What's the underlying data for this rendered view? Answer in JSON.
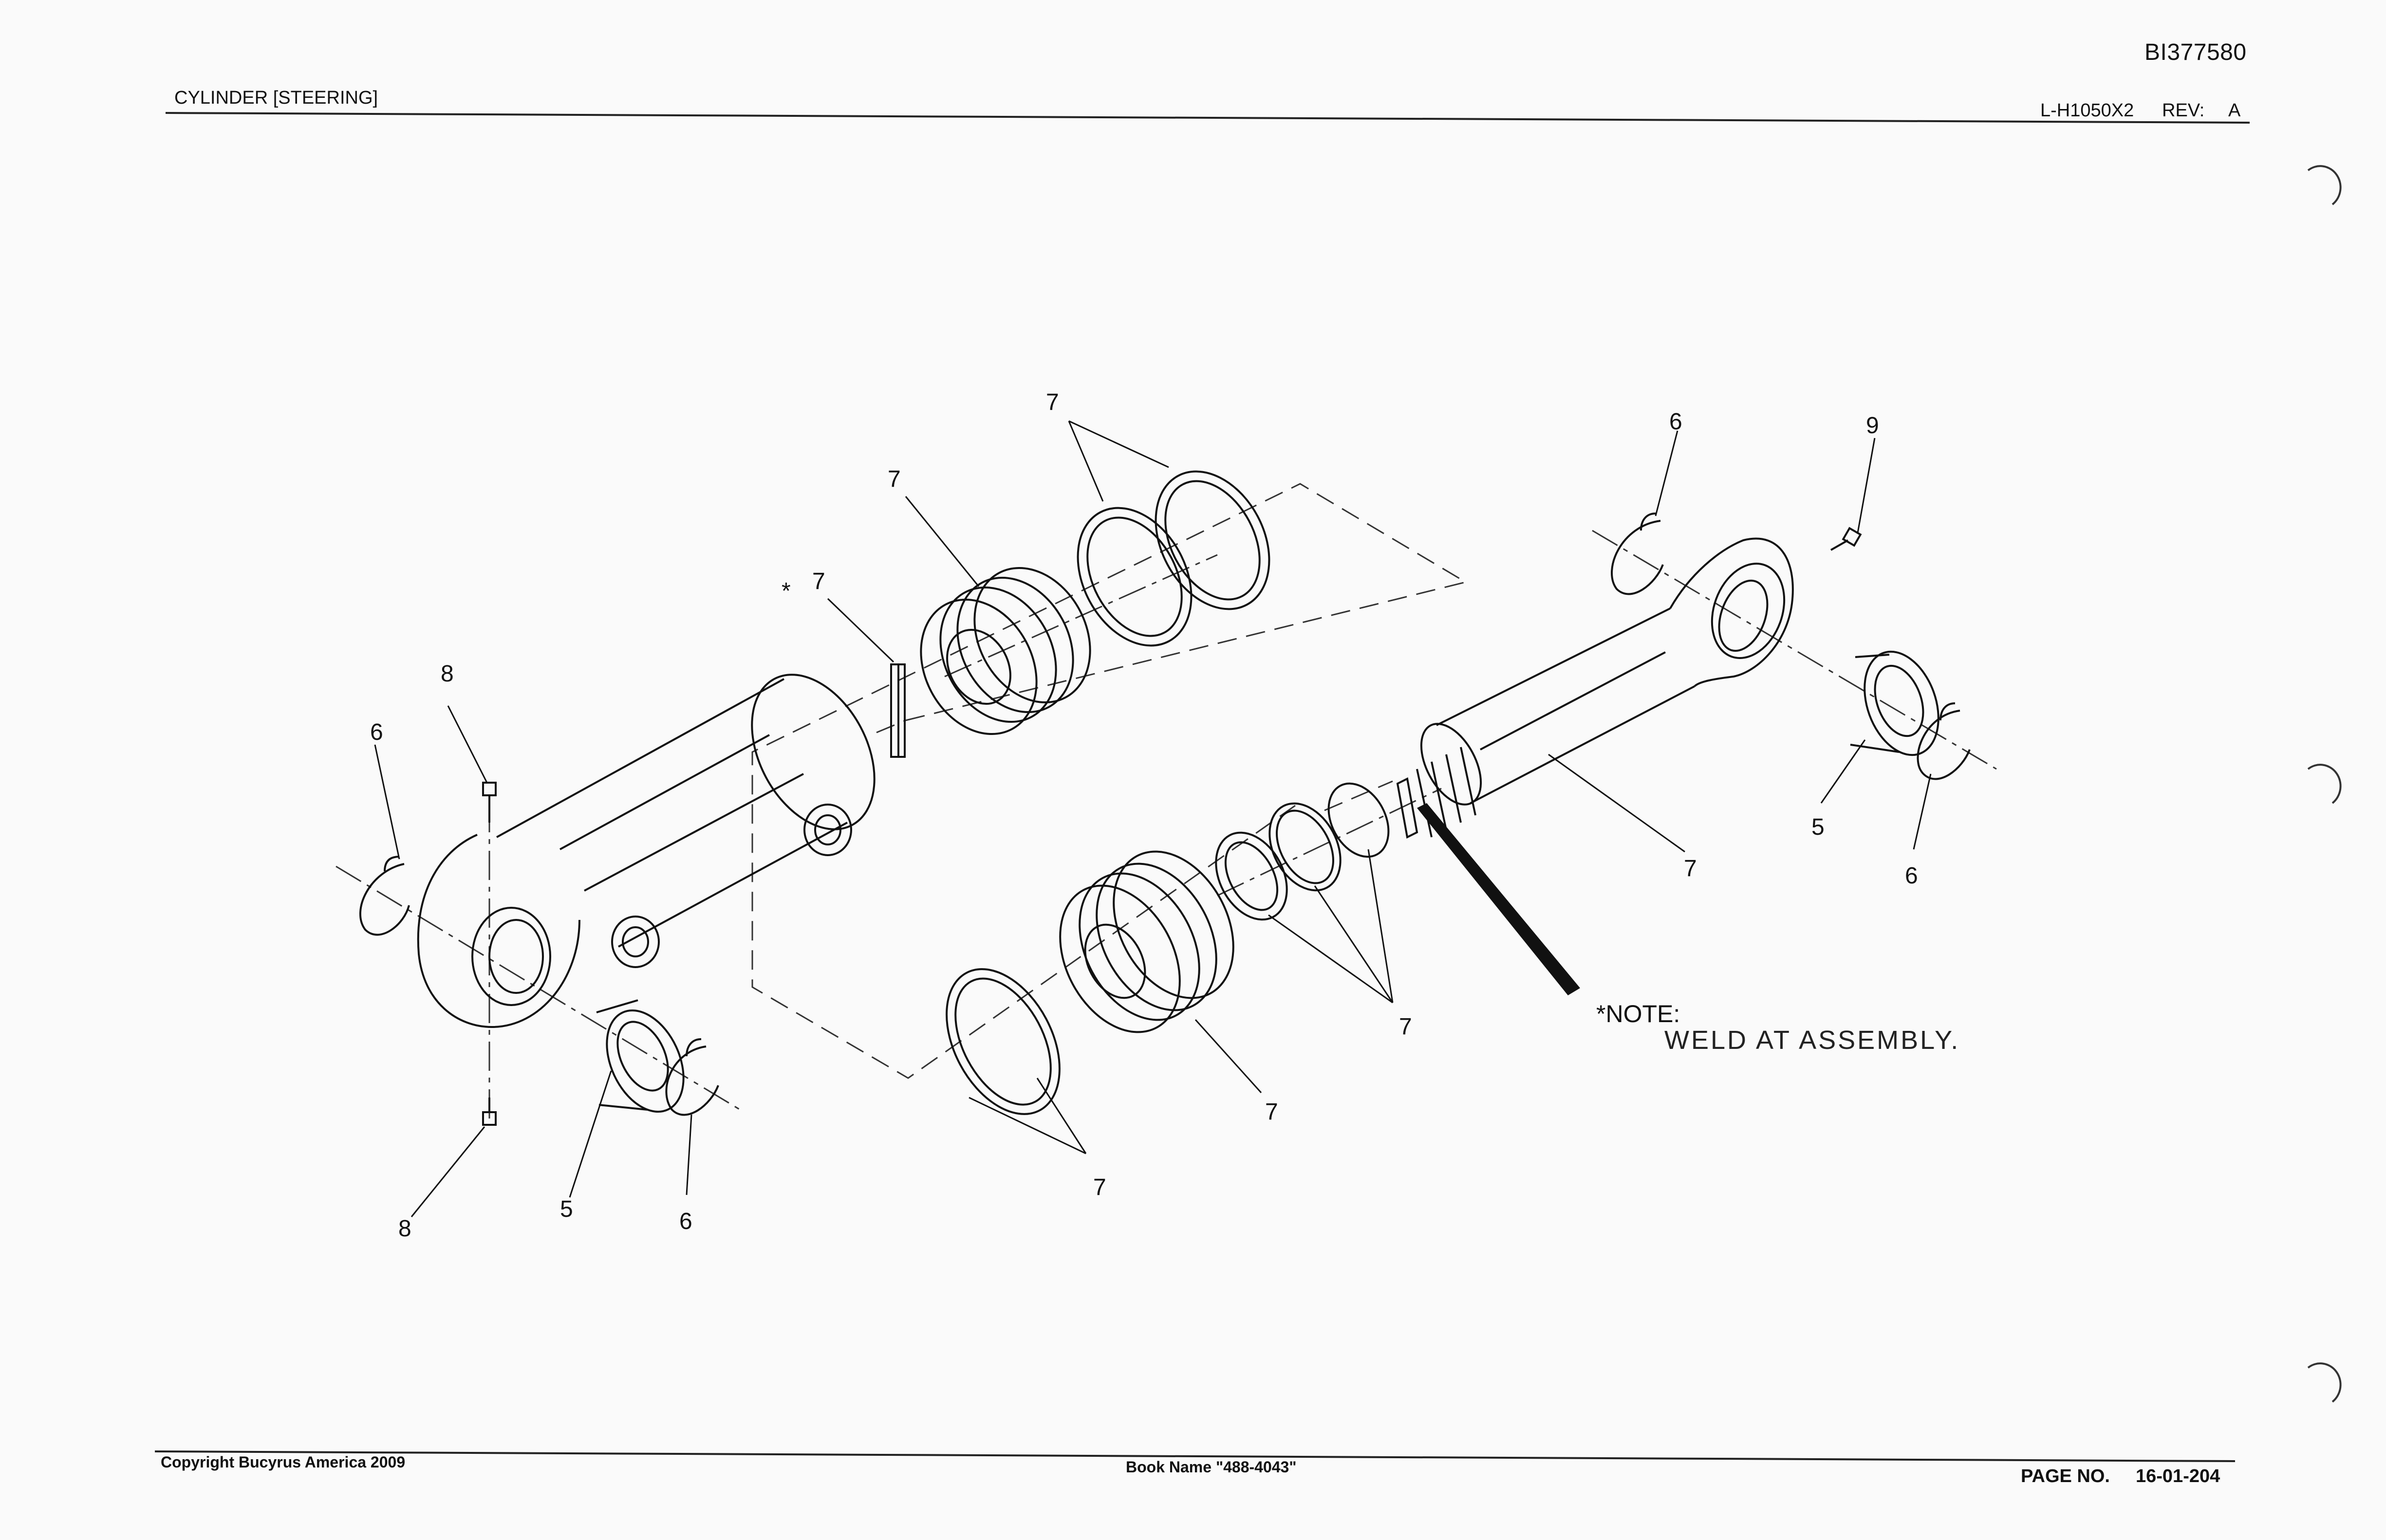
{
  "header": {
    "doc_id": "BI377580",
    "title": "CYLINDER [STEERING]",
    "model_code": "L-H1050X2",
    "rev_label": "REV:",
    "rev_value": "A"
  },
  "callouts": {
    "c7_top": "7",
    "c7_ring": "7",
    "c7_key": "7",
    "key_asterisk": "*",
    "c8_upper": "8",
    "c6_left": "6",
    "c8_lower": "8",
    "c5_left": "5",
    "c6_left_lower": "6",
    "c7_lower_left": "7",
    "c7_piston": "7",
    "c7_seals": "7",
    "c6_rod_top": "6",
    "c9": "9",
    "c7_rod": "7",
    "c5_right": "5",
    "c6_right": "6"
  },
  "note": {
    "heading": "*NOTE:",
    "text": "WELD AT ASSEMBLY."
  },
  "footer": {
    "copyright": "Copyright Bucyrus America 2009",
    "book_name": "Book Name \"488-4043\"",
    "page_label": "PAGE NO.",
    "page_value": "16-01-204"
  },
  "colors": {
    "paper": "#fafafa",
    "ink": "#111111"
  }
}
